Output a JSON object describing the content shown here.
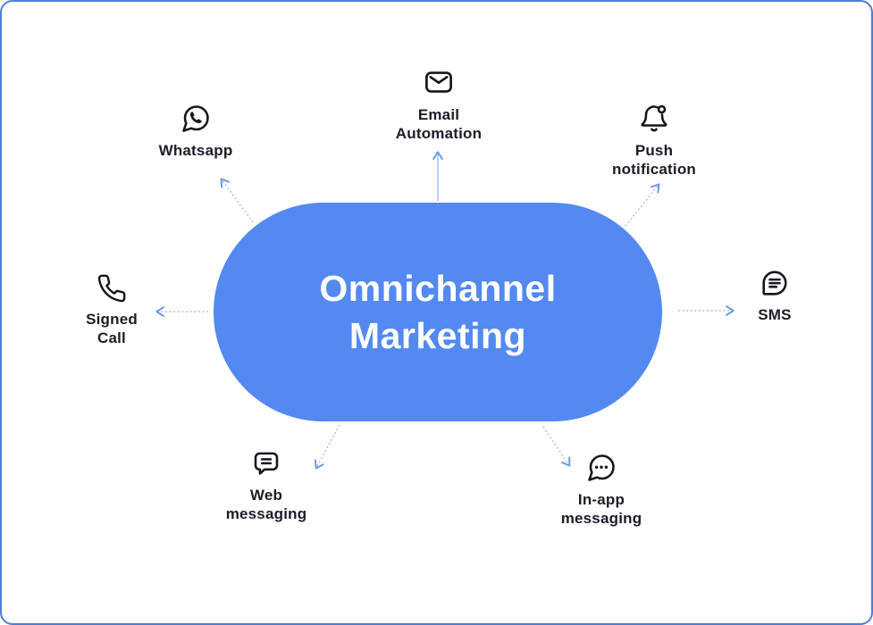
{
  "diagram": {
    "center": {
      "title": "Omnichannel Marketing",
      "bg_color": "#5389f0",
      "text_color": "#ffffff"
    },
    "nodes": [
      {
        "id": "whatsapp",
        "label": "Whatsapp",
        "icon": "whatsapp-icon"
      },
      {
        "id": "email-automation",
        "label": "Email\nAutomation",
        "icon": "email-icon"
      },
      {
        "id": "push-notification",
        "label": "Push\nnotification",
        "icon": "bell-notification-icon"
      },
      {
        "id": "sms",
        "label": "SMS",
        "icon": "sms-bubble-icon"
      },
      {
        "id": "in-app-messaging",
        "label": "In-app\nmessaging",
        "icon": "chat-dots-icon"
      },
      {
        "id": "web-messaging",
        "label": "Web\nmessaging",
        "icon": "chat-lines-icon"
      },
      {
        "id": "signed-call",
        "label": "Signed\nCall",
        "icon": "phone-icon"
      }
    ],
    "connections": [
      {
        "from": "center",
        "to": "whatsapp"
      },
      {
        "from": "center",
        "to": "email-automation"
      },
      {
        "from": "center",
        "to": "push-notification"
      },
      {
        "from": "center",
        "to": "sms"
      },
      {
        "from": "center",
        "to": "in-app-messaging"
      },
      {
        "from": "center",
        "to": "web-messaging"
      },
      {
        "from": "center",
        "to": "signed-call"
      }
    ],
    "colors": {
      "canvas_border": "#4c7fd6",
      "canvas_bg": "#ffffff",
      "arrow_line": "#9db9f1",
      "arrow_head": "#6b97e8",
      "icon_stroke": "#15151f",
      "label_text": "#1c1c28"
    }
  }
}
